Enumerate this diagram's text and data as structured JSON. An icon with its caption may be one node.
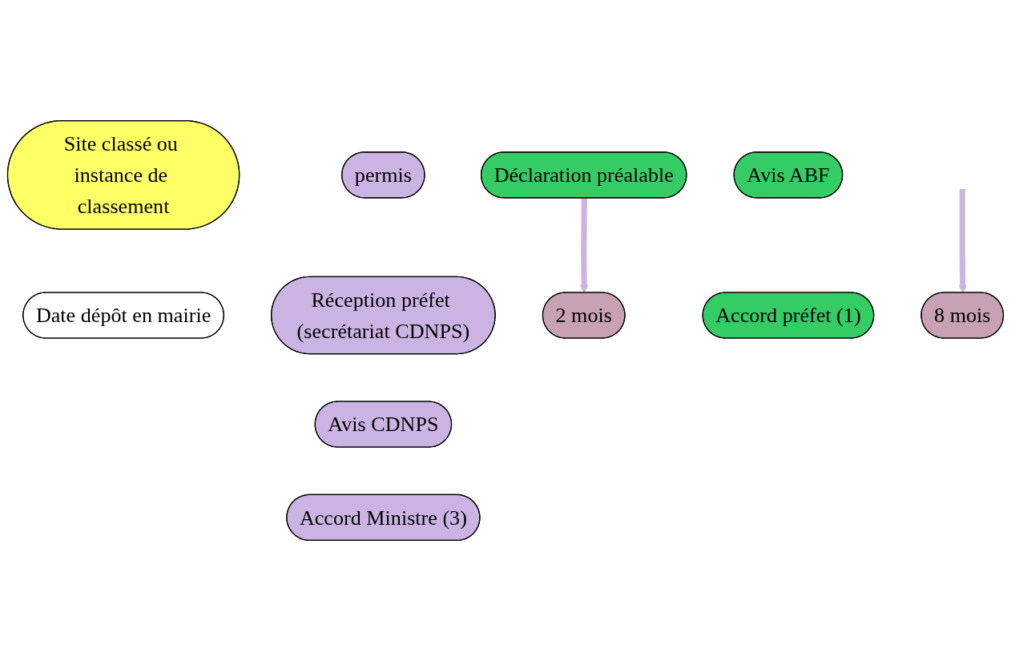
{
  "diagram": {
    "nodes": [
      {
        "text": [
          "Site classé ou instance de classement"
        ]
      },
      {
        "text": [
          "permis"
        ]
      },
      {
        "text": [
          "Date dépôt en mairie"
        ]
      },
      {
        "text": [
          "Déclaration préalable"
        ]
      },
      {
        "text": [
          "Réception préfet (secrétariat CDNPS)"
        ]
      },
      {
        "text": [
          "Avis ABF"
        ]
      },
      {
        "text": [
          "2 mois"
        ]
      },
      {
        "text": [
          "Accord préfet (1)"
        ]
      },
      {
        "text": [
          "Avis CDNPS"
        ]
      },
      {
        "text": [
          "Accord Ministre (3)"
        ]
      },
      {
        "text": [
          "8 mois"
        ]
      }
    ],
    "edges": [
      {
        "from": null,
        "to": 10,
        "arrow": "to",
        "color": "#cbb4e4"
      },
      {
        "from": 3,
        "to": 6,
        "arrow": "to",
        "color": "#cbb4e4"
      }
    ]
  }
}
